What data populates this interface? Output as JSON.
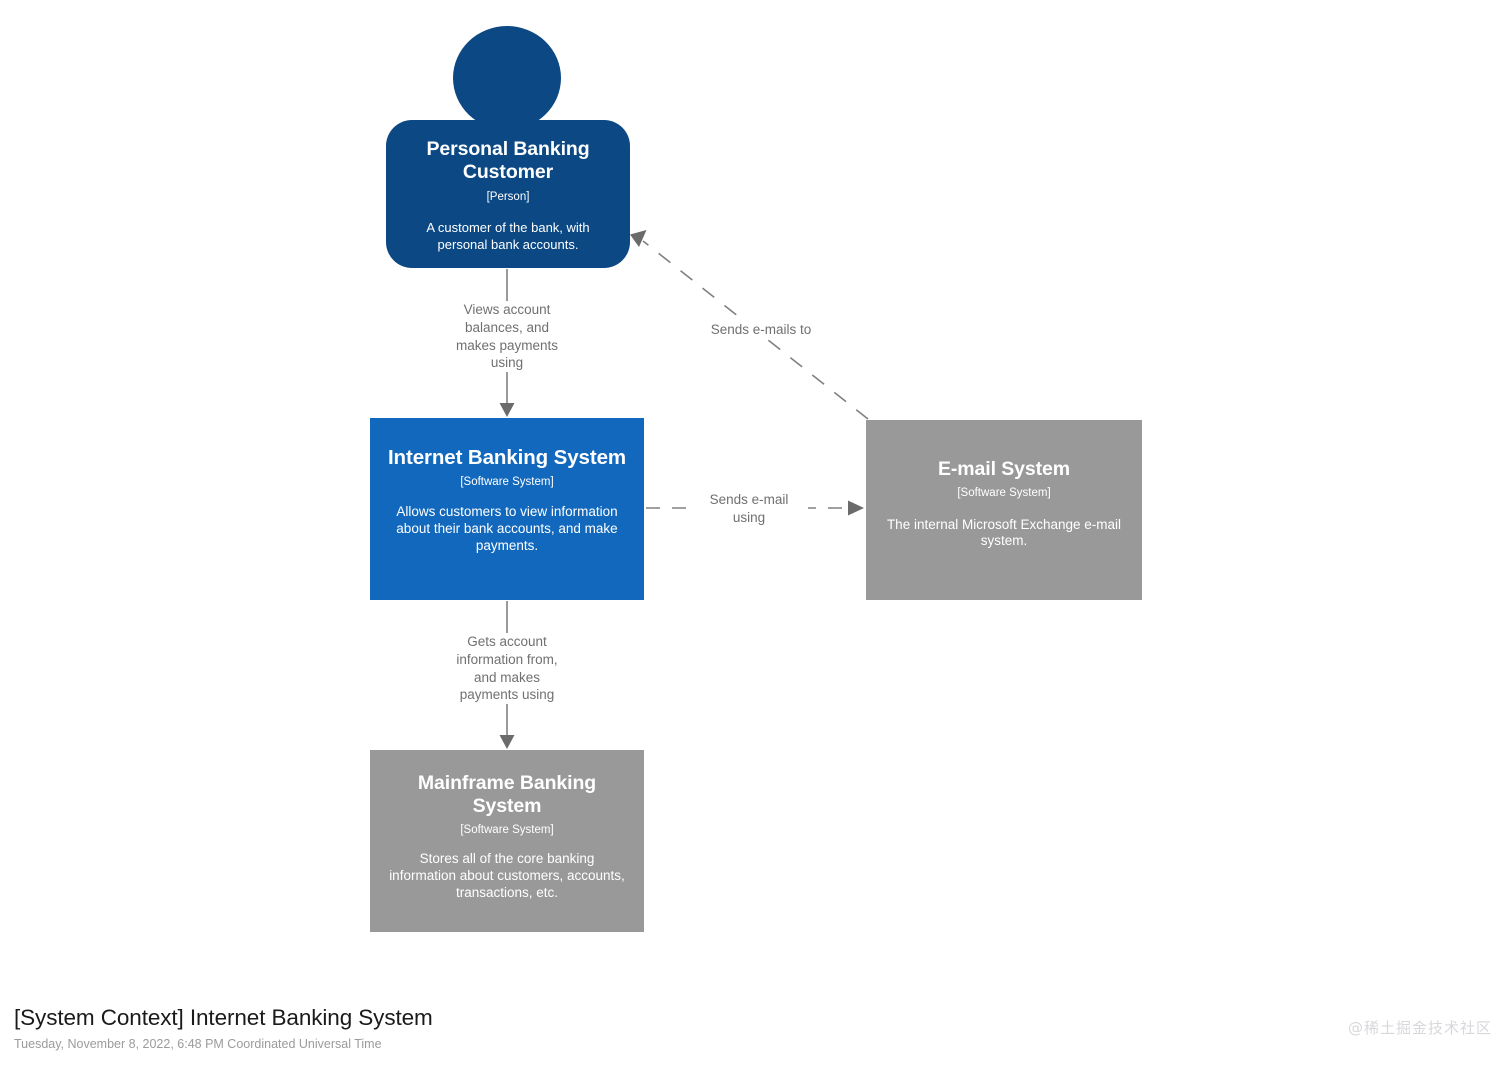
{
  "diagram": {
    "kind": "c4-system-context",
    "colors": {
      "person": "#0B4884",
      "software_system_in_scope": "#1168BD",
      "software_system_external": "#999999",
      "relationship_line": "#808080",
      "relationship_text": "#707070",
      "background": "#FFFFFF"
    },
    "nodes": [
      {
        "id": "personal-banking-customer",
        "name": "Personal Banking Customer",
        "type": "[Person]",
        "description": "A customer of the bank, with personal bank accounts.",
        "shape": "person",
        "color": "#0B4884"
      },
      {
        "id": "internet-banking-system",
        "name": "Internet Banking System",
        "type": "[Software System]",
        "description": "Allows customers to view information about their bank accounts, and make payments.",
        "shape": "box",
        "color": "#1168BD"
      },
      {
        "id": "email-system",
        "name": "E-mail System",
        "type": "[Software System]",
        "description": "The internal Microsoft Exchange e-mail system.",
        "shape": "box",
        "color": "#999999"
      },
      {
        "id": "mainframe-banking-system",
        "name": "Mainframe Banking System",
        "type": "[Software System]",
        "description": "Stores all of the core banking information about customers, accounts, transactions, etc.",
        "shape": "box",
        "color": "#999999"
      }
    ],
    "relationships": [
      {
        "id": "customer-uses-internet-banking",
        "source": "personal-banking-customer",
        "target": "internet-banking-system",
        "label": "Views account\nbalances, and\nmakes payments\nusing",
        "style": "solid"
      },
      {
        "id": "internet-banking-sends-email",
        "source": "internet-banking-system",
        "target": "email-system",
        "label": "Sends e-mail\nusing",
        "style": "dashed"
      },
      {
        "id": "email-sends-to-customer",
        "source": "email-system",
        "target": "personal-banking-customer",
        "label": "Sends e-mails to",
        "style": "dashed"
      },
      {
        "id": "internet-banking-uses-mainframe",
        "source": "internet-banking-system",
        "target": "mainframe-banking-system",
        "label": "Gets account\ninformation from,\nand makes\npayments using",
        "style": "solid"
      }
    ]
  },
  "footer": {
    "title": "[System Context] Internet Banking System",
    "date": "Tuesday, November 8, 2022, 6:48 PM Coordinated Universal Time"
  },
  "watermark": {
    "text": "@稀土掘金技术社区"
  }
}
